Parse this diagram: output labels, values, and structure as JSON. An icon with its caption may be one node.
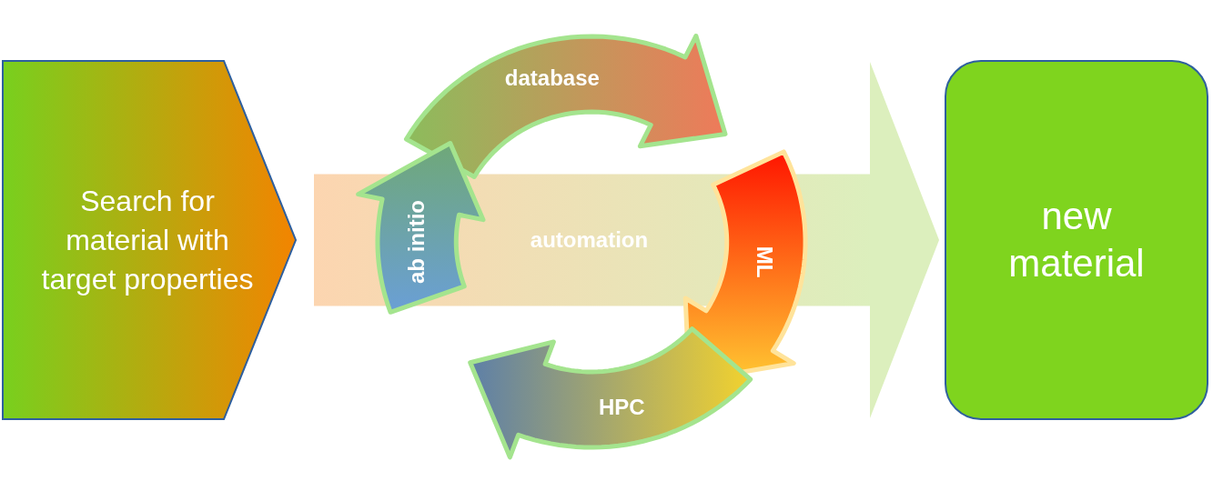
{
  "diagram": {
    "nodes": [
      {
        "text": [
          "Search for material with target properties"
        ]
      },
      {
        "text": [
          "new material"
        ]
      }
    ],
    "edges": [
      {
        "from": 0,
        "to": 1,
        "arrow": "to",
        "label": "automation",
        "style": "thick"
      }
    ],
    "labels": [
      "database",
      "ab initio",
      "ML",
      "HPC"
    ]
  }
}
